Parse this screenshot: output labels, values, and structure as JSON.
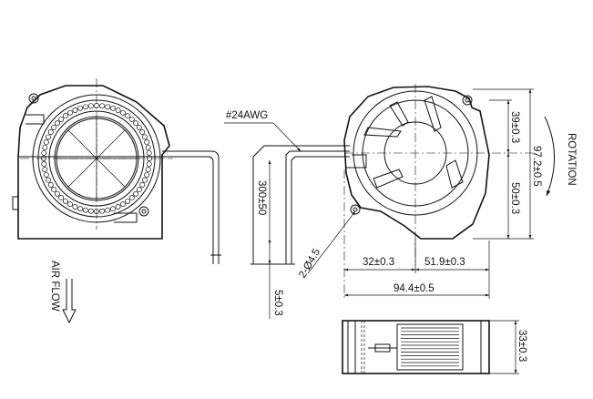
{
  "drawing": {
    "wire_gauge": "#24AWG",
    "lead_length": "300±50",
    "lead_strip": "5±0.3",
    "hole_callout": "2-Ø4.5",
    "dim_39": "39±0.3",
    "dim_50": "50±0.3",
    "dim_97": "97.2±0.5",
    "dim_32": "32±0.3",
    "dim_51": "51.9±0.3",
    "dim_94": "94.4±0.5",
    "dim_33": "33±0.3",
    "rotation_label": "ROTATION",
    "airflow_label": "AIR FLOW"
  },
  "colors": {
    "line": "#111111",
    "background": "#ffffff"
  },
  "icons": [
    "rotation-arrow-icon",
    "airflow-arrow-icon"
  ]
}
